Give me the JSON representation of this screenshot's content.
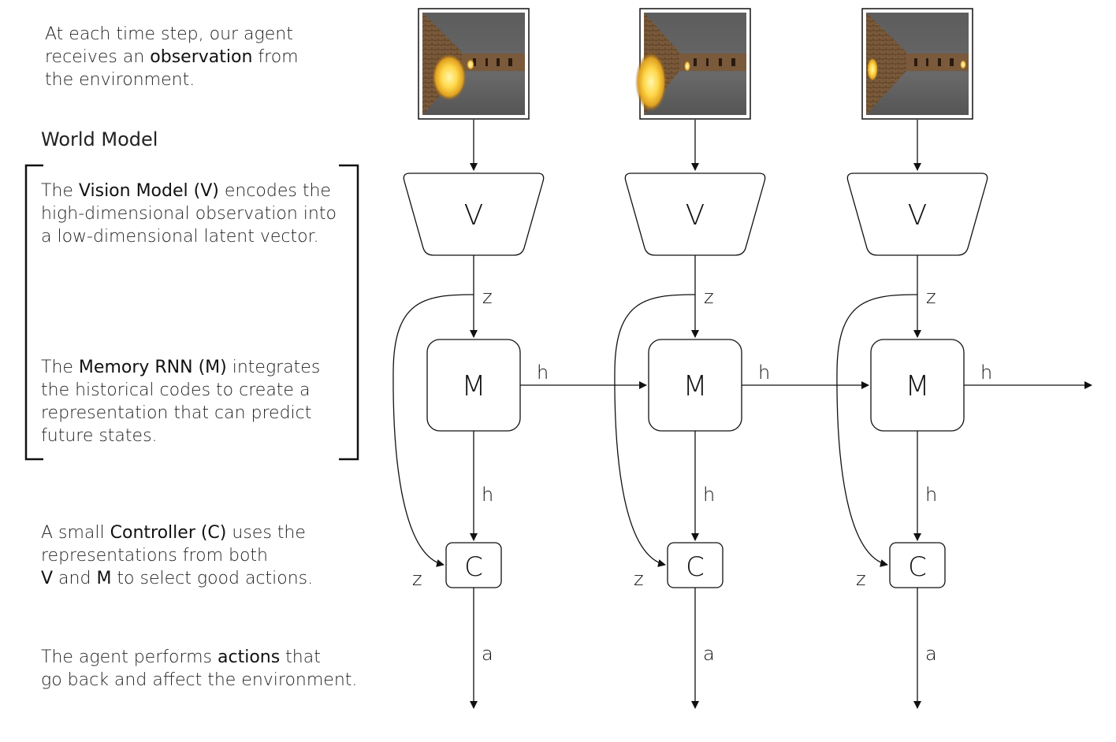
{
  "captions": {
    "observation": {
      "line1": "At each time step, our agent",
      "line2_pre": "receives an ",
      "line2_em": "observation",
      "line2_post": " from",
      "line3": "the environment."
    },
    "world_model_title": "World Model",
    "vision": {
      "line1_pre": "The ",
      "line1_em": "Vision Model (V)",
      "line1_post": " encodes the",
      "line2": "high-dimensional observation into",
      "line3": "a low-dimensional latent vector."
    },
    "memory": {
      "line1_pre": "The ",
      "line1_em": "Memory RNN (M)",
      "line1_post": " integrates",
      "line2": "the historical codes to create a",
      "line3": "representation that can predict",
      "line4": "future states."
    },
    "controller": {
      "line1_pre": "A small ",
      "line1_em": "Controller (C)",
      "line1_post": " uses the",
      "line2": "representations from both",
      "line3_em1": "V",
      "line3_mid": " and ",
      "line3_em2": "M",
      "line3_post": " to select good actions."
    },
    "actions": {
      "line1_pre": "The agent performs ",
      "line1_em": "actions",
      "line1_post": " that",
      "line2": "go back and affect the environment."
    }
  },
  "diagram": {
    "vision_label": "V",
    "memory_label": "M",
    "controller_label": "C",
    "latent_label": "z",
    "hidden_label": "h",
    "action_label": "a",
    "timesteps": 3
  }
}
